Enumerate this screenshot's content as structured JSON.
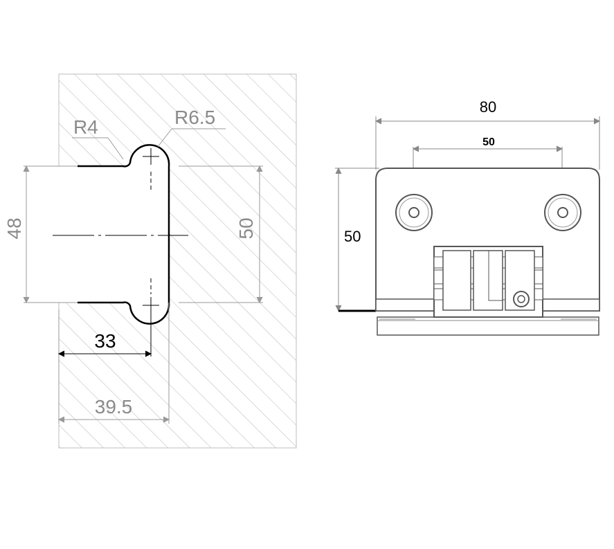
{
  "left_drawing": {
    "radius_small": "R4",
    "radius_large": "R6.5",
    "height_48": "48",
    "height_50": "50",
    "depth_33": "33",
    "depth_39_5": "39.5"
  },
  "right_drawing": {
    "width_80": "80",
    "hole_spacing_50": "50",
    "height_50": "50"
  }
}
